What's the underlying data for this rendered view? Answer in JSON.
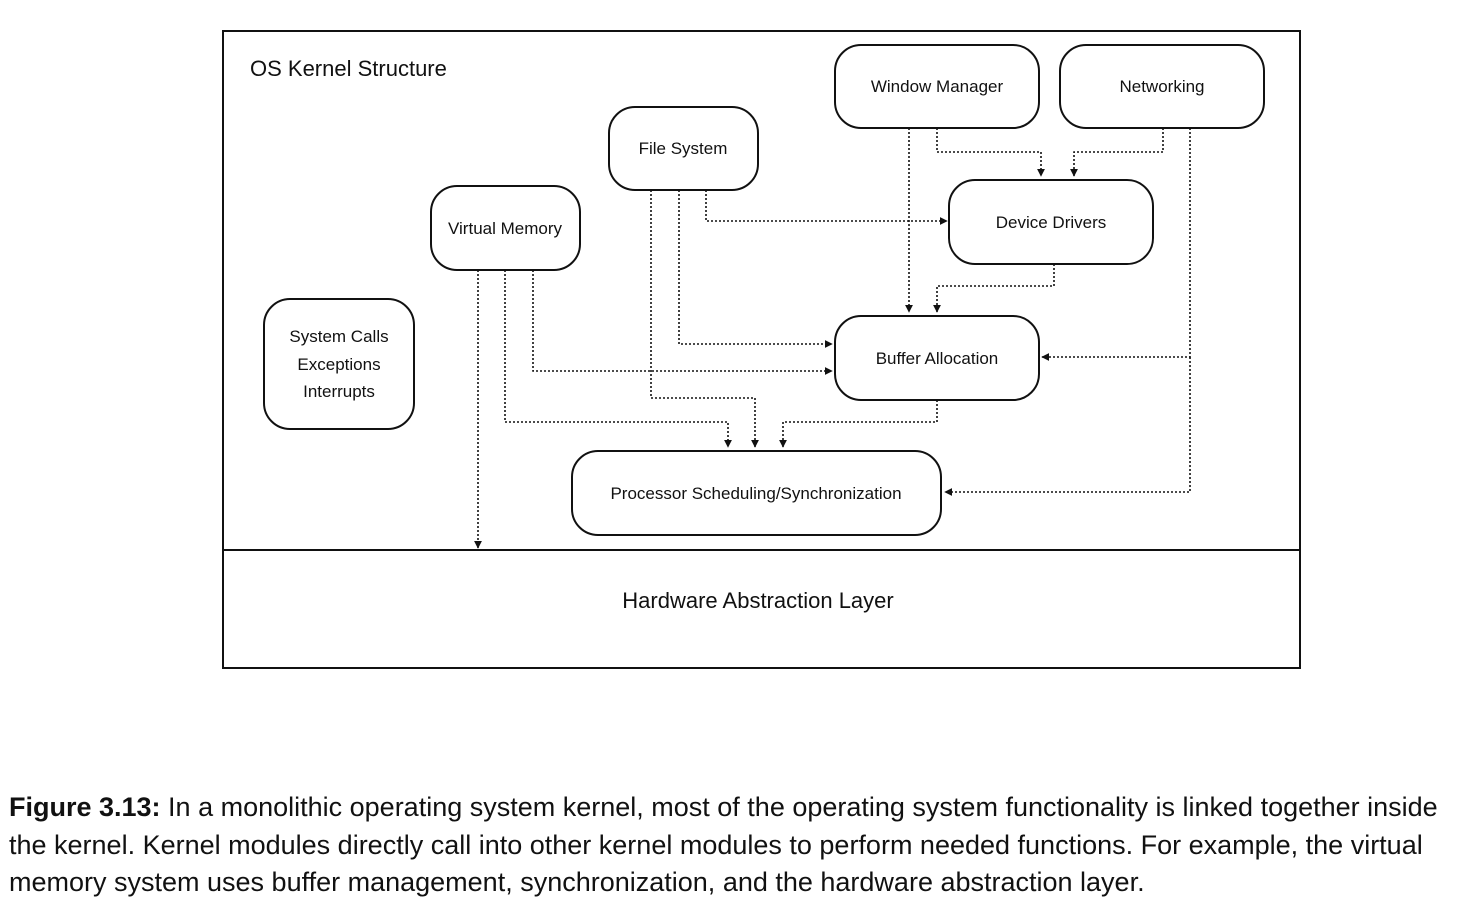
{
  "diagram": {
    "title": "OS Kernel Structure",
    "hal_label": "Hardware Abstraction Layer",
    "nodes": {
      "window_manager": "Window Manager",
      "networking": "Networking",
      "file_system": "File System",
      "device_drivers": "Device Drivers",
      "virtual_memory": "Virtual Memory",
      "syscalls_line1": "System Calls",
      "syscalls_line2": "Exceptions",
      "syscalls_line3": "Interrupts",
      "buffer_allocation": "Buffer Allocation",
      "processor_scheduling": "Processor Scheduling/Synchronization"
    },
    "edges": [
      {
        "from": "window_manager",
        "to": "device_drivers"
      },
      {
        "from": "networking",
        "to": "device_drivers"
      },
      {
        "from": "file_system",
        "to": "device_drivers"
      },
      {
        "from": "window_manager",
        "to": "buffer_allocation"
      },
      {
        "from": "device_drivers",
        "to": "buffer_allocation"
      },
      {
        "from": "file_system",
        "to": "buffer_allocation"
      },
      {
        "from": "virtual_memory",
        "to": "buffer_allocation"
      },
      {
        "from": "networking",
        "to": "buffer_allocation"
      },
      {
        "from": "virtual_memory",
        "to": "processor_scheduling"
      },
      {
        "from": "file_system",
        "to": "processor_scheduling"
      },
      {
        "from": "buffer_allocation",
        "to": "processor_scheduling"
      },
      {
        "from": "networking",
        "to": "processor_scheduling"
      },
      {
        "from": "virtual_memory",
        "to": "hardware_abstraction_layer"
      }
    ]
  },
  "caption": {
    "label": "Figure 3.13:",
    "text": " In a monolithic operating system kernel, most of the operating system functionality is linked together inside the kernel. Kernel modules directly call into other kernel modules to perform needed functions. For example, the virtual memory system uses buffer management, synchronization, and the hardware abstraction layer."
  }
}
